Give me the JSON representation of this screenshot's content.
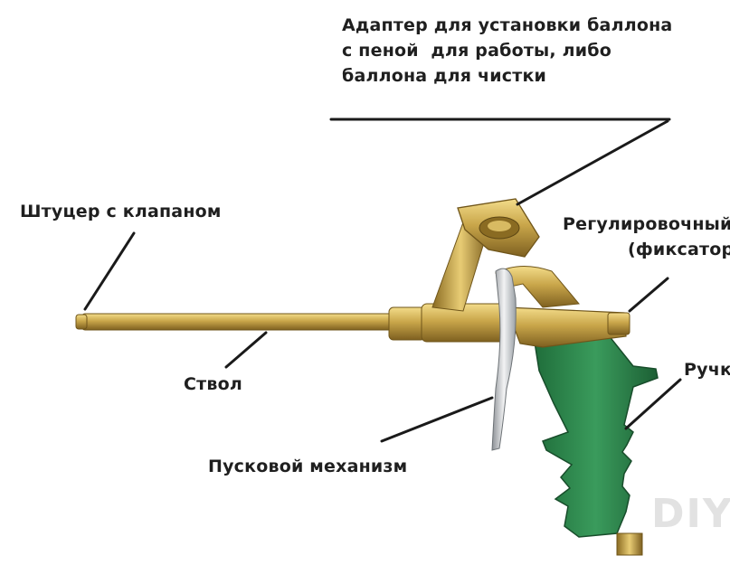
{
  "labels": {
    "adapter": {
      "line1": "Адаптер для установки баллона",
      "line2": "с пеной  для работы, либо",
      "line3": "баллона для чистки"
    },
    "nozzle": "Штуцер с клапаном",
    "regulator": {
      "line1": "Регулировочный винт",
      "line2": "(фиксатор)"
    },
    "barrel": "Ствол",
    "trigger": "Пусковой механизм",
    "handle": "Ручка"
  },
  "watermark": "DIY",
  "colors": {
    "brass": "#c9a64a",
    "brass_dark": "#8a6b22",
    "handle_green": "#2e8a4e",
    "trigger_chrome": "#bfc3c7",
    "line": "#1a1a1a"
  }
}
